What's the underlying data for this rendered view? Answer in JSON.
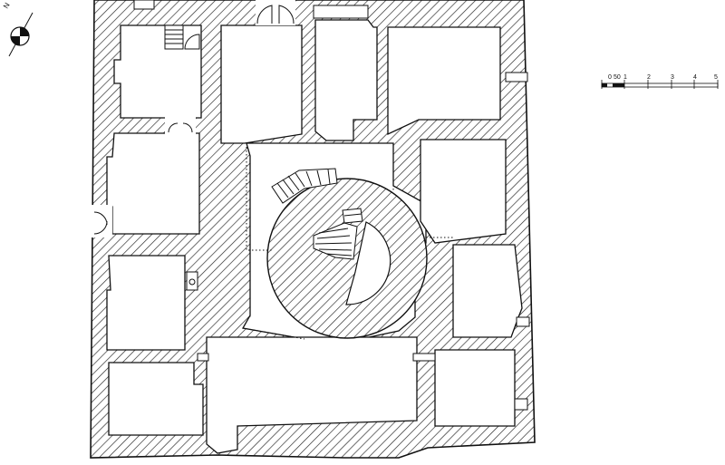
{
  "north_arrow": {
    "label": "N"
  },
  "scale_bar": {
    "labels": [
      "0",
      "50",
      "1",
      "2",
      "3",
      "4",
      "5"
    ]
  },
  "plan": {
    "rooms": [
      "room-nw",
      "room-north-center",
      "room-north-right",
      "room-ne",
      "room-west-2",
      "room-west-3",
      "room-sw",
      "room-center",
      "room-east-1",
      "room-east-2",
      "room-south-center"
    ]
  }
}
